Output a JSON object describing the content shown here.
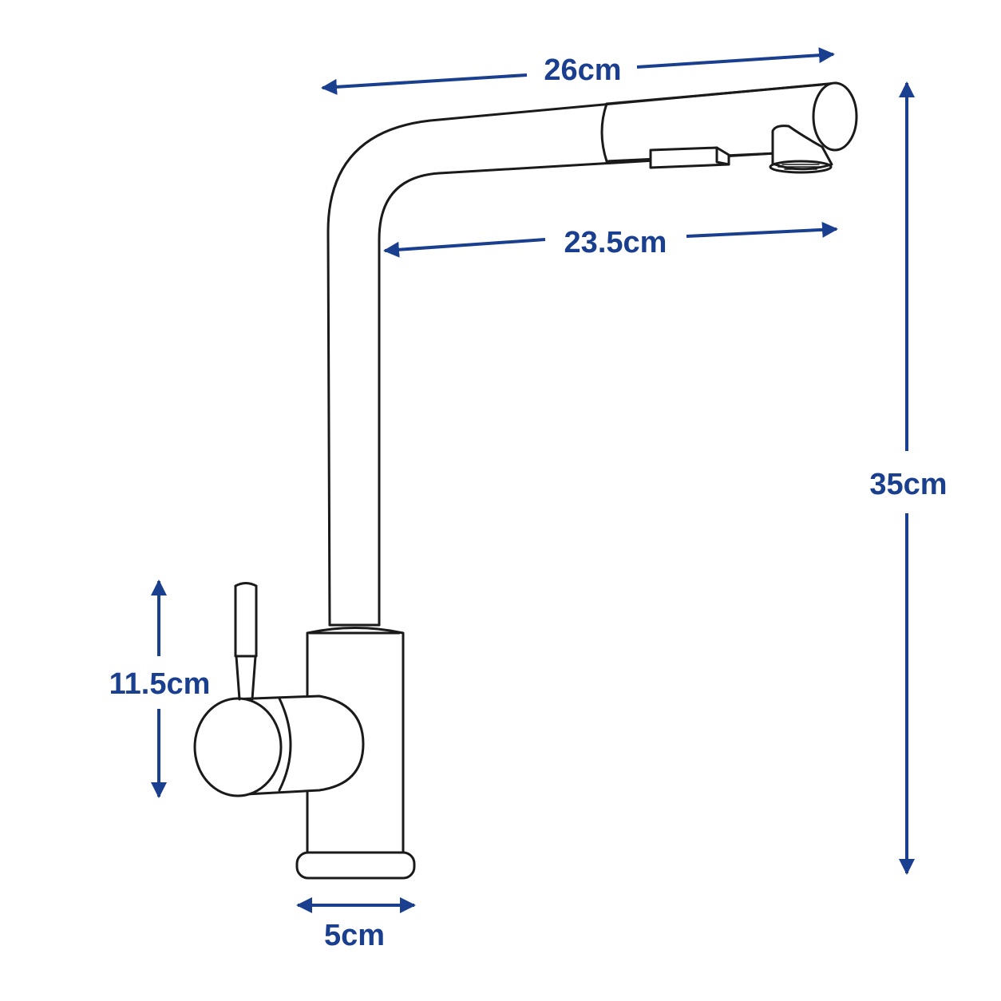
{
  "colors": {
    "dimension": "#1a3f8f",
    "outline": "#1a1a1a",
    "background": "#ffffff"
  },
  "dimensions": {
    "total_width": "26cm",
    "spout_reach": "23.5cm",
    "total_height": "35cm",
    "handle_height": "11.5cm",
    "base_diameter": "5cm"
  }
}
